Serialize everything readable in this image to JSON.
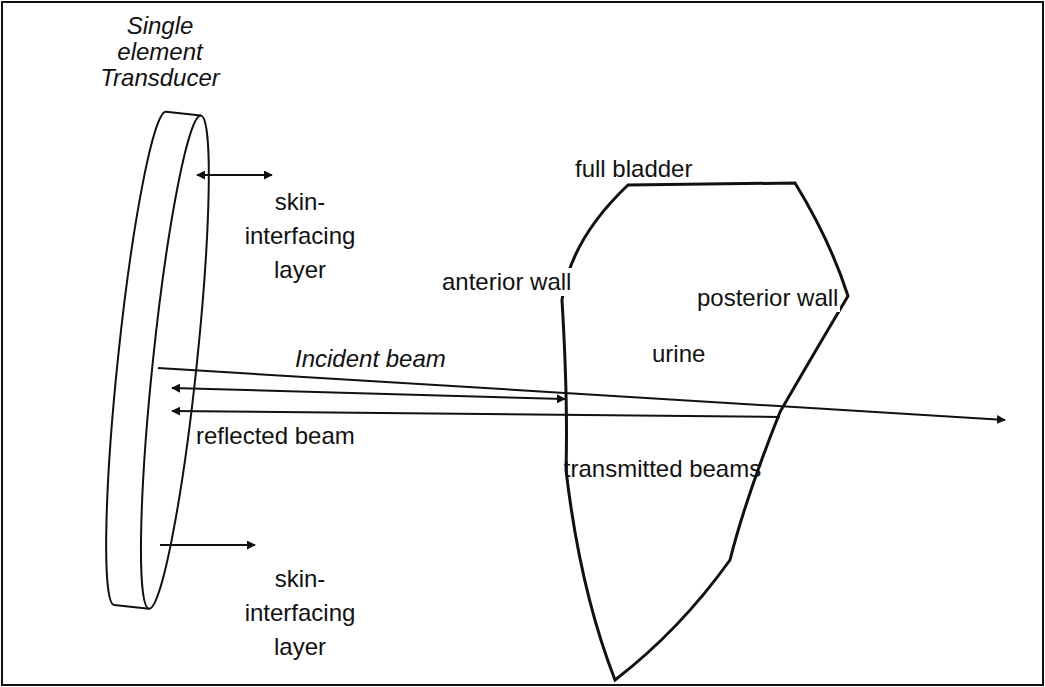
{
  "diagram": {
    "nodes": [
      {
        "text": [
          "Single element Transducer"
        ]
      },
      {
        "text": [
          "full bladder"
        ]
      }
    ],
    "labels": [
      "skin- interfacing layer",
      "skin- interfacing layer",
      "anterior wall",
      "posterior wall",
      "urine",
      "Incident beam",
      "reflected beam",
      "transmitted beams"
    ]
  }
}
